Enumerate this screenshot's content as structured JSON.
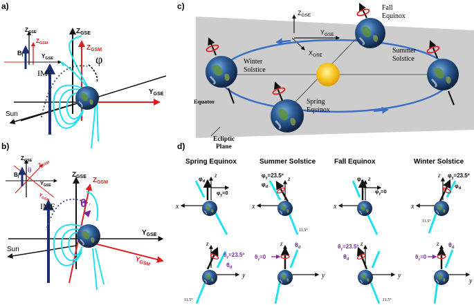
{
  "panels": {
    "a": {
      "label": "a)",
      "z_gse": "Z",
      "z_gse_sub": "GSE",
      "z_gsm": "Z",
      "z_gsm_sub": "GSM",
      "y_gse": "Y",
      "y_gse_sub": "GSE",
      "b_sym": "B",
      "b_sub": "I",
      "imf": "IMF",
      "phi": "φ",
      "sun": "Sun"
    },
    "b": {
      "label": "b)",
      "z_gse": "Z",
      "z_gse_sub": "GSE",
      "z_gsm": "Z",
      "z_gsm_sub": "GSM",
      "y_gse": "Y",
      "y_gse_sub": "GSE",
      "y_gsm": "Y",
      "y_gsm_sub": "GSM",
      "b_sym": "B",
      "b_sub": "I",
      "theta": "θ",
      "imf": "IMF",
      "sun": "Sun"
    },
    "c": {
      "label": "c)",
      "z_gse": "Z",
      "z_gse_sub": "GSE",
      "y_gse": "Y",
      "y_gse_sub": "GSE",
      "x_gse": "X",
      "x_gse_sub": "GSE",
      "fall": [
        "Fall",
        "Equinox"
      ],
      "summer": [
        "Summer",
        "Solstice"
      ],
      "winter": [
        "Winter",
        "Solstice"
      ],
      "spring": [
        "Spring",
        "Equinox"
      ],
      "equator": "Equator",
      "ecliptic": [
        "Ecliptic",
        "Plane"
      ]
    },
    "d": {
      "label": "d)",
      "headers": [
        "Spring Equinox",
        "Summer Solstice",
        "Fall Equinox",
        "Winter Solstice"
      ],
      "z": "z",
      "x": "x",
      "y": "y",
      "phi_d": "φ",
      "phi_y0": "φ",
      "phi_y235": "φ",
      "theta_d": "θ",
      "theta_y0": "θ",
      "theta_y235": "θ",
      "sub_d": "d",
      "sub_y": "y",
      "eq0": "=0",
      "eq235": "=23.5º",
      "tilt": "11.5°"
    }
  },
  "colors": {
    "gse_axis": "#111111",
    "gsm_axis": "#e02020",
    "field_line": "#22e0f0",
    "imf_arrow": "#1a2e6e",
    "purple": "#7a2aa0",
    "orbit": "#3a6fc4",
    "plane": "#c4c4c4",
    "sun": "#f6c21c"
  }
}
